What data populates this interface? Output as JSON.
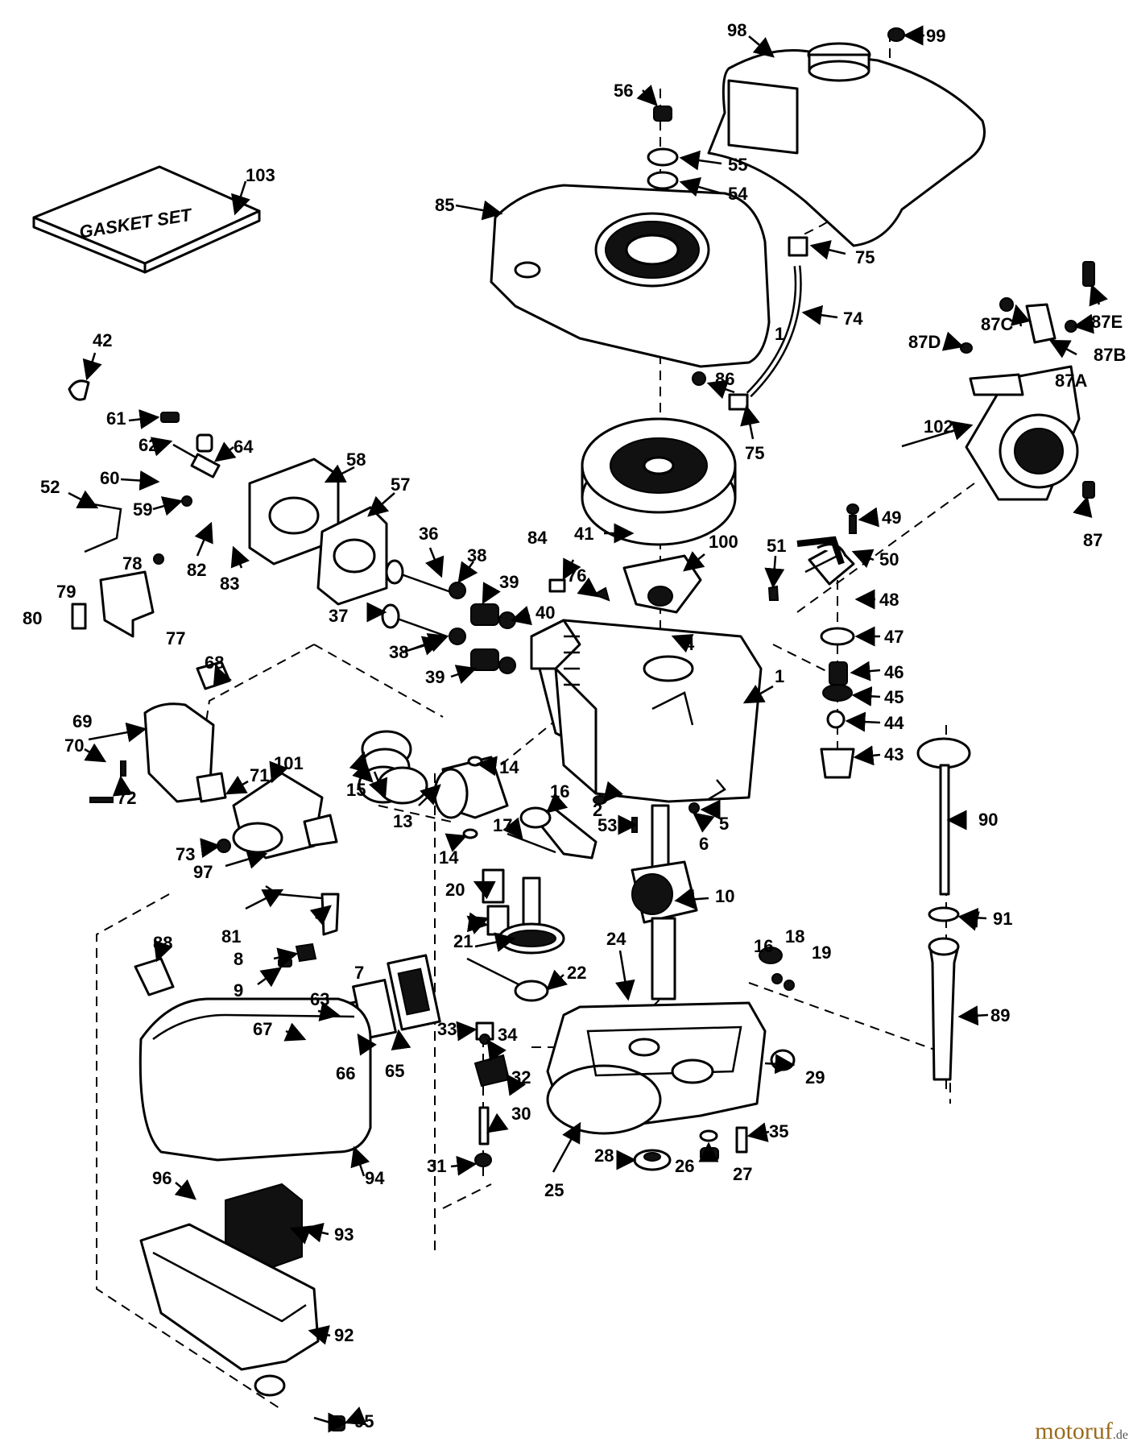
{
  "gasket_set_text": "GASKET SET",
  "watermark": {
    "name": "motoruf",
    "suffix": ".de"
  },
  "labels": {
    "l1": "1",
    "l2": "2",
    "l4": "4",
    "l5": "5",
    "l6": "6",
    "l7": "7",
    "l8": "8",
    "l9": "9",
    "l10": "10",
    "l13": "13",
    "l14a": "14",
    "l14b": "14",
    "l15": "15",
    "l16a": "16",
    "l16b": "16",
    "l17": "17",
    "l18": "18",
    "l19": "19",
    "l20": "20",
    "l21": "21",
    "l22": "22",
    "l24": "24",
    "l25": "25",
    "l26": "26",
    "l27": "27",
    "l28": "28",
    "l29": "29",
    "l30": "30",
    "l31": "31",
    "l32": "32",
    "l33": "33",
    "l34": "34",
    "l35": "35",
    "l36": "36",
    "l37": "37",
    "l38a": "38",
    "l38b": "38",
    "l39a": "39",
    "l39b": "39",
    "l40": "40",
    "l41": "41",
    "l42": "42",
    "l43": "43",
    "l44": "44",
    "l45": "45",
    "l46": "46",
    "l47": "47",
    "l48": "48",
    "l49": "49",
    "l50": "50",
    "l51": "51",
    "l52": "52",
    "l53": "53",
    "l54": "54",
    "l55": "55",
    "l56": "56",
    "l57": "57",
    "l58": "58",
    "l59": "59",
    "l60": "60",
    "l61": "61",
    "l62": "62",
    "l63": "63",
    "l64": "64",
    "l65": "65",
    "l66": "66",
    "l67": "67",
    "l68": "68",
    "l69": "69",
    "l70": "70",
    "l71": "71",
    "l72": "72",
    "l73": "73",
    "l74": "74",
    "l75a": "75",
    "l75b": "75",
    "l76": "76",
    "l77": "77",
    "l78": "78",
    "l79": "79",
    "l80": "80",
    "l81": "81",
    "l82": "82",
    "l83": "83",
    "l84": "84",
    "l85": "85",
    "l86": "86",
    "l87": "87",
    "l87a": "87A",
    "l87b": "87B",
    "l87c": "87C",
    "l87d": "87D",
    "l87e": "87E",
    "l88": "88",
    "l89": "89",
    "l90": "90",
    "l91": "91",
    "l92": "92",
    "l93": "93",
    "l94": "94",
    "l95": "95",
    "l96": "96",
    "l97": "97",
    "l98": "98",
    "l99": "99",
    "l100": "100",
    "l101": "101",
    "l102": "102",
    "l103": "103"
  }
}
